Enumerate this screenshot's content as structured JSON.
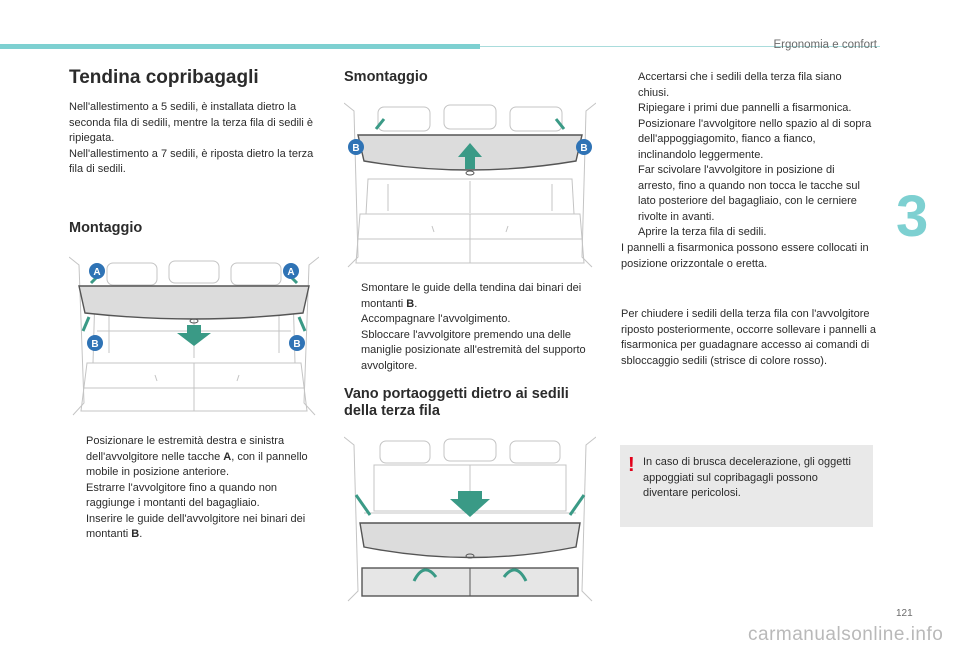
{
  "header": {
    "section": "Ergonomia e confort",
    "chapter_tab": "3",
    "page_number": "121"
  },
  "watermark": "carmanualsonline.info",
  "col1": {
    "title": "Tendina copribagagli",
    "intro": [
      "Nell'allestimento a 5 sedili, è installata dietro la seconda fila di sedili, mentre la terza fila di sedili è ripiegata.",
      "Nell'allestimento a 7 sedili, è riposta dietro la terza fila di sedili."
    ],
    "montaggio_title": "Montaggio",
    "fig_labels": {
      "a": "A",
      "b": "B"
    },
    "steps": [
      {
        "pre": "Posizionare le estremità destra e sinistra dell'avvolgitore nelle tacche ",
        "bold": "A",
        "post": ", con il pannello mobile in posizione anteriore."
      },
      {
        "pre": "Estrarre l'avvolgitore fino a quando non raggiunge i montanti del bagagliaio.",
        "bold": "",
        "post": ""
      },
      {
        "pre": "Inserire le guide dell'avvolgitore nei binari dei montanti ",
        "bold": "B",
        "post": "."
      }
    ]
  },
  "col2": {
    "smontaggio_title": "Smontaggio",
    "fig_labels": {
      "b": "B"
    },
    "steps": [
      {
        "pre": "Smontare le guide della tendina dai binari dei montanti ",
        "bold": "B",
        "post": "."
      },
      {
        "pre": "Accompagnare l'avvolgimento.",
        "bold": "",
        "post": ""
      },
      {
        "pre": "Sbloccare l'avvolgitore premendo una delle maniglie posizionate all'estremità del supporto avvolgitore.",
        "bold": "",
        "post": ""
      }
    ],
    "vano_title_1": "Vano portaoggetti dietro ai sedili",
    "vano_title_2": "della terza fila"
  },
  "col3": {
    "steps": [
      "Accertarsi che i sedili della terza fila siano chiusi.",
      "Ripiegare i primi due pannelli a fisarmonica.",
      "Posizionare l'avvolgitore nello spazio al di sopra dell'appoggiagomito, fianco a fianco, inclinandolo leggermente.",
      "Far scivolare l'avvolgitore in posizione di arresto, fino a quando non tocca le tacche sul lato posteriore del bagagliaio, con le cerniere rivolte in avanti.",
      "Aprire la terza fila di sedili."
    ],
    "note1": "I pannelli a fisarmonica possono essere collocati in posizione orizzontale o eretta.",
    "note2": "Per chiudere i sedili della terza fila con l'avvolgitore riposto posteriormente, occorre sollevare i pannelli a fisarmonica per guadagnare accesso ai comandi di sbloccaggio sedili (strisce di colore rosso).",
    "warning": "In caso di brusca decelerazione, gli oggetti appoggiati sul copribagagli possono diventare pericolosi.",
    "warning_mark": "!"
  },
  "bullet_glyph": "",
  "colors": {
    "accent": "#7dd0d1",
    "label_blue": "#2f73b5",
    "arrow_green": "#3a9a86",
    "warning_red": "#e2001a",
    "cover_grey": "#dcdcdc"
  }
}
